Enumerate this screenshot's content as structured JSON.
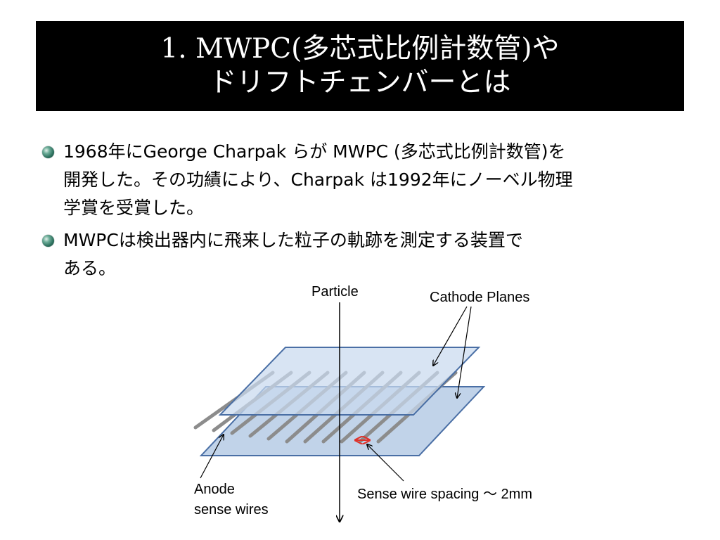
{
  "slide": {
    "title_line1": "1. MWPC(多芯式比例計数管)や",
    "title_line2": "ドリフトチェンバーとは"
  },
  "bullets": [
    {
      "line1": "1968年にGeorge Charpak らが MWPC (多芯式比例計数管)を",
      "line2": "開発した。その功績により、Charpak は1992年にノーベル物理",
      "line3": "学賞を受賞した。"
    },
    {
      "line1": "MWPCは検出器内に飛来した粒子の軌跡を測定する装置で",
      "line2": "ある。"
    }
  ],
  "diagram": {
    "particle_label": "Particle",
    "cathode_label": "Cathode Planes",
    "anode_label_line1": "Anode",
    "anode_label_line2": "sense wires",
    "spacing_label": "Sense wire spacing ～ 2mm"
  },
  "colors": {
    "title_background": "#000000",
    "plane_fill": "#b8cde6",
    "plane_stroke": "#4a6fa5",
    "wire": "#8c8c8c",
    "spacing_arrow": "#e0322b"
  }
}
